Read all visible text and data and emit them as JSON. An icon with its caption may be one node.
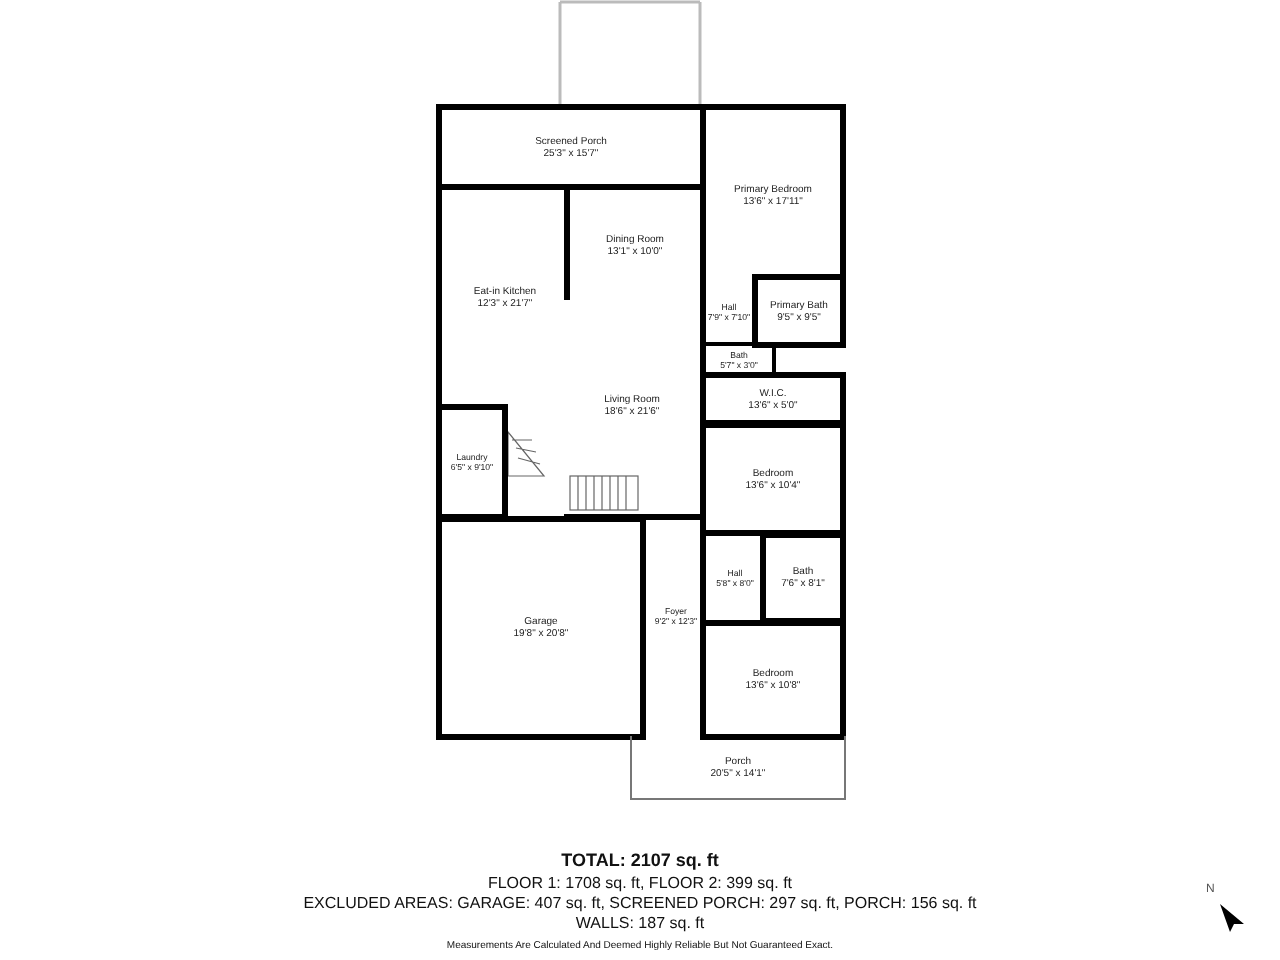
{
  "diagram": {
    "nodes": [
      {
        "text": [
          "Screened Porch",
          "25'3\" x 15'7\""
        ]
      },
      {
        "text": [
          "Primary Bedroom",
          "13'6\" x 17'11\""
        ]
      },
      {
        "text": [
          "Dining Room",
          "13'1\" x 10'0\""
        ]
      },
      {
        "text": [
          "Eat-in Kitchen",
          "12'3\" x 21'7\""
        ]
      },
      {
        "text": [
          "Hall",
          "7'9\" x 7'10\""
        ]
      },
      {
        "text": [
          "Primary Bath",
          "9'5\" x 9'5\""
        ]
      },
      {
        "text": [
          "Bath",
          "5'7\" x 3'0\""
        ]
      },
      {
        "text": [
          "W.I.C.",
          "13'6\" x 5'0\""
        ]
      },
      {
        "text": [
          "Living Room",
          "18'6\" x 21'6\""
        ]
      },
      {
        "text": [
          "Laundry",
          "6'5\" x 9'10\""
        ]
      },
      {
        "text": [
          "Bedroom",
          "13'6\" x 10'4\""
        ]
      },
      {
        "text": [
          "Hall",
          "5'8\" x 8'0\""
        ]
      },
      {
        "text": [
          "Bath",
          "7'6\" x 8'1\""
        ]
      },
      {
        "text": [
          "Foyer",
          "9'2\" x 12'3\""
        ]
      },
      {
        "text": [
          "Garage",
          "19'8\" x 20'8\""
        ]
      },
      {
        "text": [
          "Bedroom",
          "13'6\" x 10'8\""
        ]
      },
      {
        "text": [
          "Porch",
          "20'5\" x 14'1\""
        ]
      }
    ],
    "edges": [],
    "labels": [
      "TOTAL: 2107 sq. ft",
      "FLOOR 1: 1708 sq. ft, FLOOR 2: 399 sq. ft",
      "EXCLUDED AREAS: GARAGE: 407 sq. ft, SCREENED PORCH: 297 sq. ft, PORCH: 156 sq. ft",
      "WALLS: 187 sq. ft",
      "Measurements Are Calculated And Deemed Highly Reliable But Not Guaranteed Exact.",
      "N"
    ]
  }
}
